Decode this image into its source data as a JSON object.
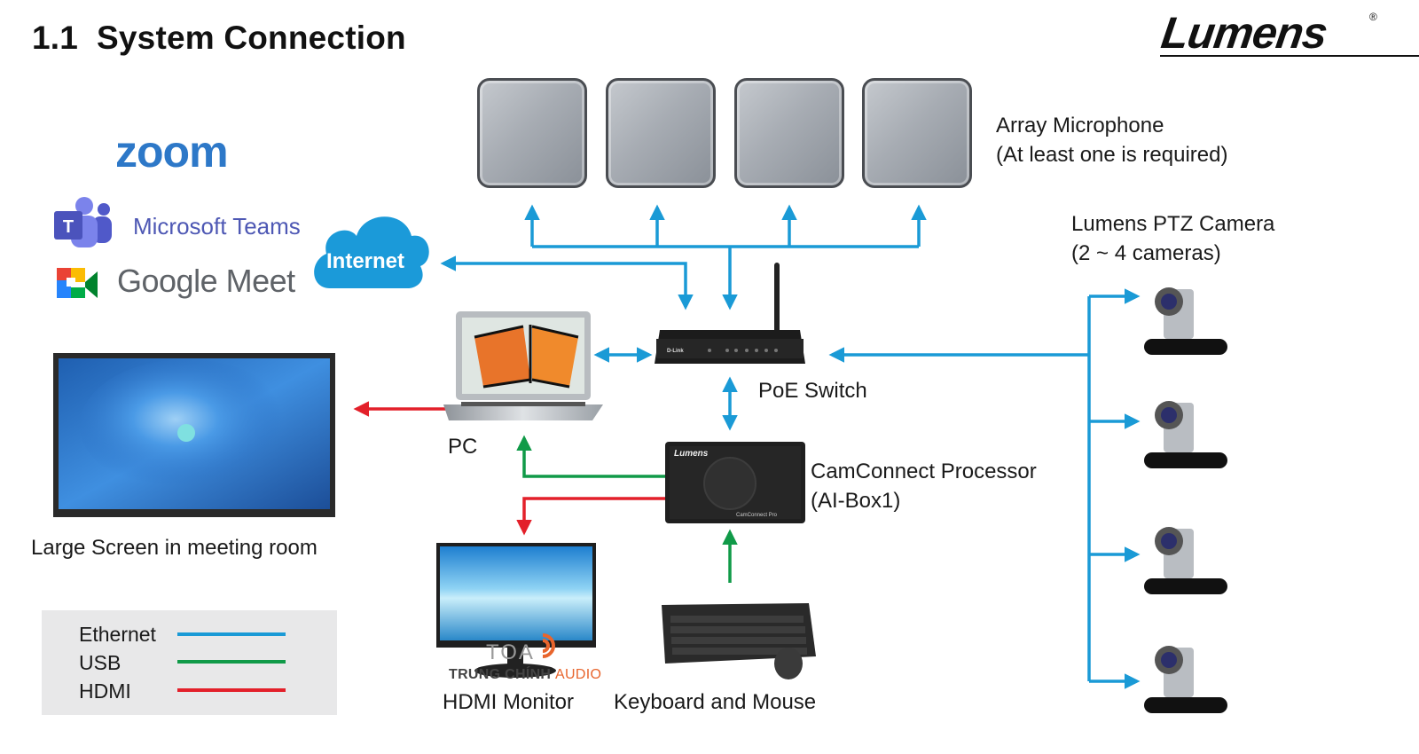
{
  "header": {
    "section_number": "1.1",
    "title": "System Connection",
    "brand": "Lumens",
    "brand_mark": "®"
  },
  "platforms": {
    "zoom": "zoom",
    "teams": "Microsoft Teams",
    "meet": "Google Meet"
  },
  "internet": {
    "label": "Internet"
  },
  "array_microphone": {
    "line1": "Array Microphone",
    "line2": "(At least one is required)",
    "count_shown": 4
  },
  "ptz_camera": {
    "line1": "Lumens PTZ Camera",
    "line2": "(2 ~ 4 cameras)",
    "count_shown": 4
  },
  "poe_switch": {
    "label": "PoE Switch",
    "device_brand": "D-Link"
  },
  "pc": {
    "label": "PC"
  },
  "processor": {
    "line1": "CamConnect Processor",
    "line2": "(AI-Box1)",
    "device_brand": "Lumens",
    "device_model": "CamConnect Pro"
  },
  "large_screen": {
    "label": "Large Screen in meeting room"
  },
  "hdmi_monitor": {
    "label": "HDMI Monitor"
  },
  "keyboard_mouse": {
    "label": "Keyboard and Mouse"
  },
  "watermark": {
    "logo": "TOA",
    "brand": "TRUNG CHÍNH",
    "suffix": "AUDIO"
  },
  "legend": {
    "items": [
      {
        "label": "Ethernet",
        "color": "#1a9ad6"
      },
      {
        "label": "USB",
        "color": "#109a48"
      },
      {
        "label": "HDMI",
        "color": "#e3202a"
      }
    ]
  },
  "colors": {
    "ethernet": "#1a9ad6",
    "usb": "#109a48",
    "hdmi": "#e3202a",
    "cloud": "#1b9ad9",
    "zoom": "#2d78c8",
    "teams": "#4e58b4"
  }
}
